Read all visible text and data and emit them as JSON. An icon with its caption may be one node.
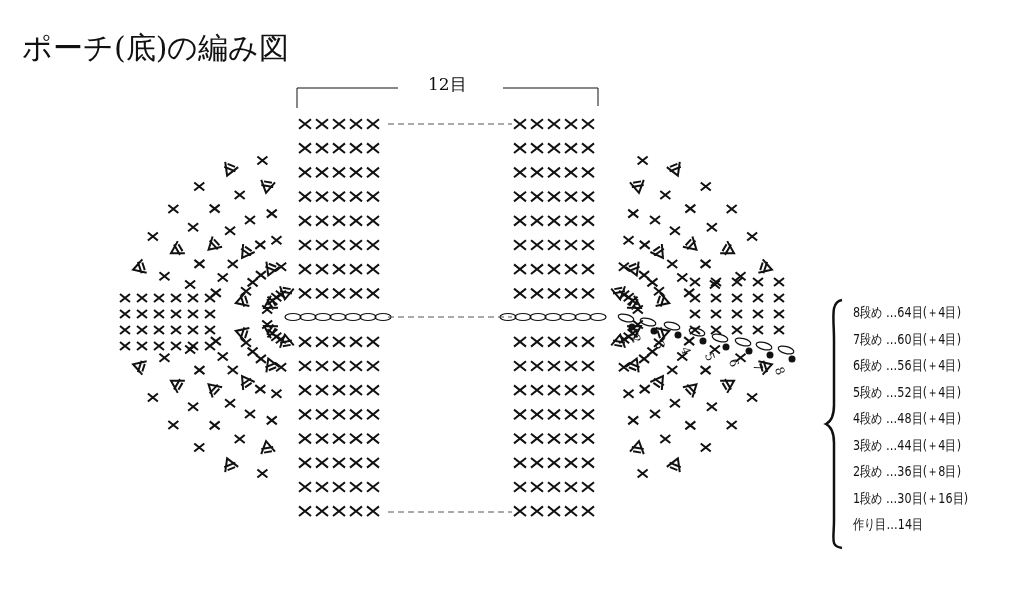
{
  "diagram": {
    "title": "ポーチ(底)の編み図",
    "labels": [
      "12目",
      "2",
      "3",
      "4",
      "5",
      "6",
      "7",
      "8",
      "8段め …64目(＋4目)",
      "7段め …60目(＋4目)",
      "6段め …56目(＋4目)",
      "5段め …52目(＋4目)",
      "4段め …48目(＋4目)",
      "3段め …44目(＋4目)",
      "2段め …36目(＋8目)",
      "1段め …30目(＋16目)",
      "作り目…14目"
    ]
  }
}
